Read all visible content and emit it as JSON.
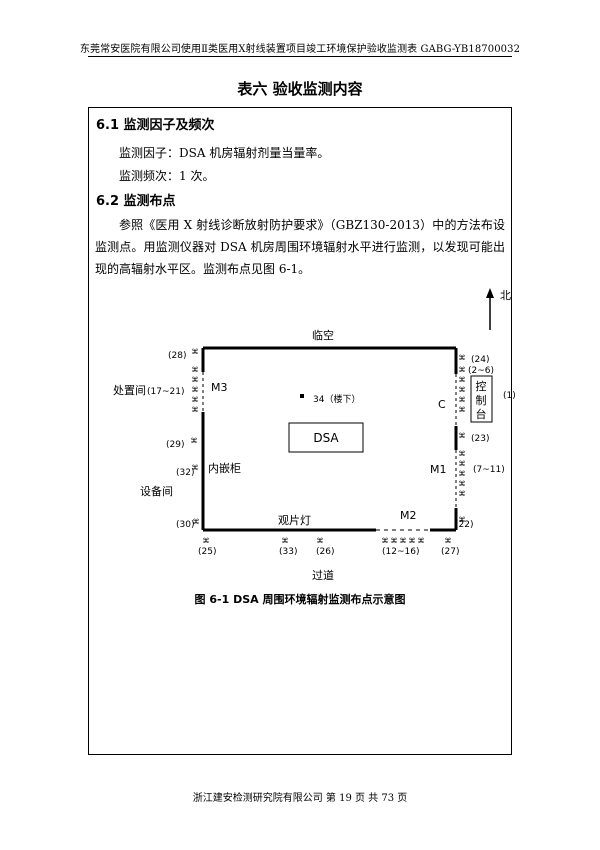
{
  "header": {
    "running_title": "东莞常安医院有限公司使用Ⅱ类医用X射线装置项目竣工环境保护验收监测表  GABG-YB18700032"
  },
  "table_title": "表六  验收监测内容",
  "section_6_1": {
    "heading": "6.1 监测因子及频次",
    "factor": "监测因子：DSA 机房辐射剂量当量率。",
    "frequency": "监测频次：1 次。"
  },
  "section_6_2": {
    "heading": "6.2 监测布点",
    "paragraph": "参照《医用 X 射线诊断放射防护要求》（GBZ130-2013）中的方法布设监测点。用监测仪器对 DSA 机房周围环境辐射水平进行监测，以发现可能出现的高辐射水平区。监测布点见图 6-1。"
  },
  "diagram": {
    "north": "北",
    "top_label": "临空",
    "bottom_label": "过道",
    "left_room_1": "处置间",
    "left_room_2": "设备间",
    "control_room": [
      "控",
      "制",
      "台"
    ],
    "room_name": "DSA",
    "door_m3": "M3",
    "door_m1": "M1",
    "door_m2": "M2",
    "window_c": "C",
    "cabinet": "内嵌柜",
    "viewer": "观片灯",
    "points": {
      "p28": "(28)",
      "p24": "(24)",
      "p2_6": "(2~6)",
      "p17_21": "(17~21)",
      "p1": "(1)",
      "p34": "34（楼下）",
      "p29": "(29)",
      "p23": "(23)",
      "p32": "(32)",
      "p7_11": "(7~11)",
      "p30": "(30)",
      "p22": "(22)",
      "p25": "(25)",
      "p33": "(33)",
      "p26": "(26)",
      "p12_16": "(12~16)",
      "p27": "(27)"
    },
    "caption": "图 6-1    DSA 周围环境辐射监测布点示意图"
  },
  "footer": {
    "text": "浙江建安检测研究院有限公司  第 19 页  共 73 页"
  }
}
